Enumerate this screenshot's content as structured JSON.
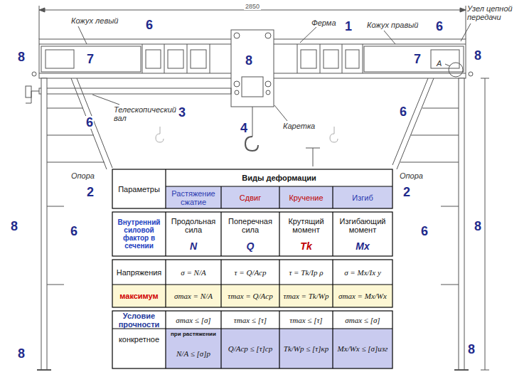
{
  "diagram": {
    "labels": [
      "2850",
      "Кожух левый",
      "Ферма",
      "Кожух правый",
      "Узел цепной передачи",
      "Телескопический вал",
      "Каретка",
      "A",
      "Опора",
      "Опора",
      "6",
      "1",
      "6",
      "8",
      "7",
      "8",
      "7",
      "8",
      "3",
      "6",
      "6",
      "4",
      "2",
      "2",
      "8",
      "6",
      "6",
      "8",
      "8",
      "8",
      "Параметры",
      "Виды деформации",
      "Растяжение сжатие",
      "Сдвиг",
      "Кручение",
      "Изгиб",
      "Внутренний силовой фактор в сечении",
      "Продольная сила",
      "N",
      "Поперечная сила",
      "Q",
      "Крутящий момент",
      "Tk",
      "Изгибающий момент",
      "Mx",
      "Напряжения",
      "σ = N/A",
      "τ = Q/Aср",
      "τ = Tk/Ip ρ",
      "σ = Mx/Ix y",
      "максимум",
      "σmax = N/A",
      "τmax = Q/Aср",
      "τmax = Tk/Wp",
      "σmax = Mx/Wx",
      "Условие прочности",
      "σmax ≤ [σ]",
      "τmax ≤ [τ]",
      "τmax ≤ [τ]",
      "σmax ≤ [σ]",
      "конкретное",
      "при растяжении",
      "N/A ≤ [σ]р",
      "Q/Aср ≤ [τ]ср",
      "Tk/Wp ≤ [τ]кр",
      "Mx/Wx ≤ [σ]изг"
    ]
  }
}
